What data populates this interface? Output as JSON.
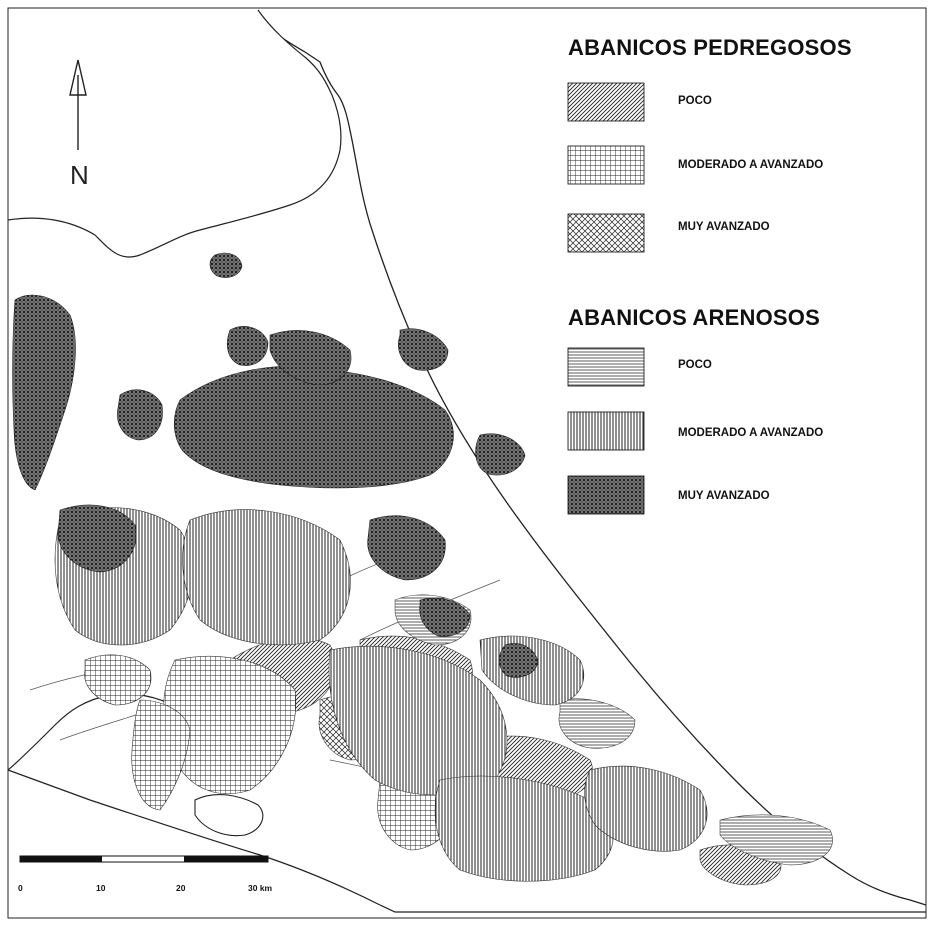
{
  "legend": {
    "pedregosos": {
      "title": "ABANICOS PEDREGOSOS",
      "items": [
        {
          "label": "POCO"
        },
        {
          "label": "MODERADO A AVANZADO"
        },
        {
          "label": "MUY AVANZADO"
        }
      ]
    },
    "arenosos": {
      "title": "ABANICOS ARENOSOS",
      "items": [
        {
          "label": "POCO"
        },
        {
          "label": "MODERADO A AVANZADO"
        },
        {
          "label": "MUY AVANZADO"
        }
      ]
    }
  },
  "north_arrow": {
    "letter": "N",
    "icon": "north-arrow-icon"
  },
  "scale_bar": {
    "ticks": [
      "0",
      "10",
      "20",
      "30 km"
    ]
  }
}
